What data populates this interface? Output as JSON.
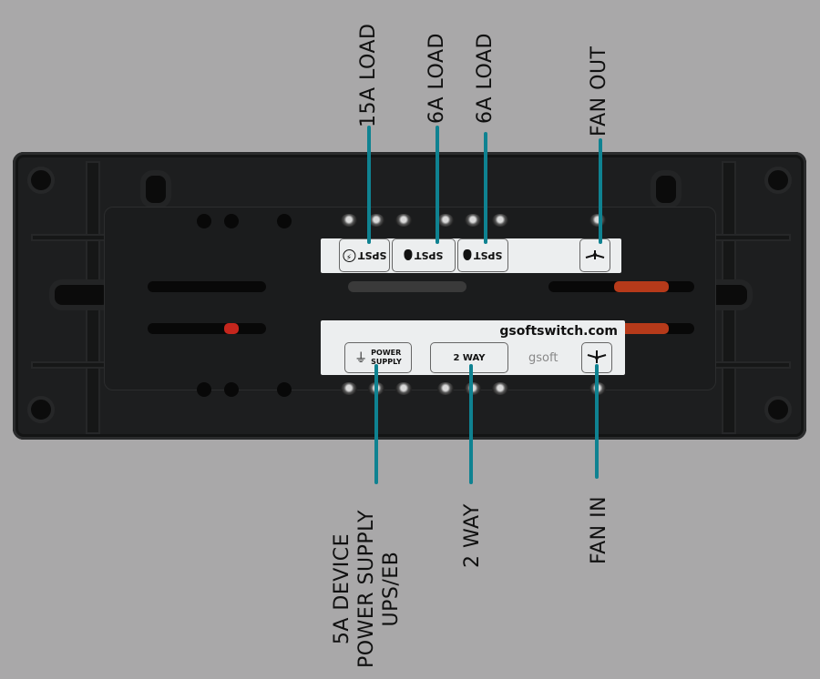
{
  "top_labels": [
    {
      "id": "15a-load",
      "text": "15A LOAD"
    },
    {
      "id": "6a-load-1",
      "text": "6A LOAD"
    },
    {
      "id": "6a-load-2",
      "text": "6A LOAD"
    },
    {
      "id": "fan-out",
      "text": "FAN OUT"
    }
  ],
  "bottom_labels": {
    "power_supply": {
      "lines": [
        "5A DEVICE",
        "POWER SUPPLY",
        "UPS/EB"
      ]
    },
    "two_way": {
      "text": "2 WAY"
    },
    "fan_in": {
      "text": "FAN IN"
    }
  },
  "top_strip": {
    "boxes": [
      {
        "text": "SPST",
        "icon": "lightning-icon"
      },
      {
        "text": "SPST",
        "icon": "bulb-icon"
      },
      {
        "text": "SPST",
        "icon": "bulb-icon"
      },
      {
        "text": "",
        "icon": "fan-icon"
      }
    ]
  },
  "bottom_strip": {
    "website": "gsoftswitch.com",
    "brand": "gsoft",
    "power_box": {
      "line1": "POWER",
      "line2": "SUPPLY",
      "icon": "ground-icon"
    },
    "two_way_box": "2 WAY",
    "fan_box_icon": "fan-icon"
  },
  "colors": {
    "background": "#a9a8a9",
    "device": "#1d1e1f",
    "leader_line": "#0f8291",
    "label_strip": "#eceeef"
  }
}
